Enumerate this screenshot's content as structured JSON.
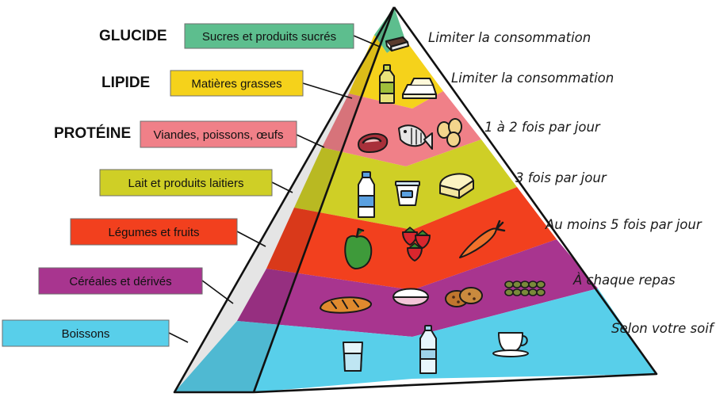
{
  "pyramid": {
    "levels": [
      {
        "category": "GLUCIDE",
        "label": "Sucres et produits sucrés",
        "frequency": "Limiter la consommation",
        "label_color": "#5DBE8E",
        "band_color": "#5DBE8E",
        "icons": [
          "chocolate-bar-icon"
        ]
      },
      {
        "category": "LIPIDE",
        "label": "Matières grasses",
        "frequency": "Limiter la consommation",
        "label_color": "#F5D21B",
        "band_color": "#F5D21B",
        "icons": [
          "oil-bottle-icon",
          "butter-icon"
        ]
      },
      {
        "category": "PROTÉINE",
        "label": "Viandes, poissons, œufs",
        "frequency": "1 à 2 fois par jour",
        "label_color": "#F08088",
        "band_color": "#F08088",
        "icons": [
          "steak-icon",
          "fish-icon",
          "eggs-icon"
        ]
      },
      {
        "category": "",
        "label": "Lait et produits laitiers",
        "frequency": "3 fois par jour",
        "label_color": "#CFCF26",
        "band_color": "#CFCF26",
        "icons": [
          "milk-bottle-icon",
          "yogurt-icon",
          "cheese-icon"
        ]
      },
      {
        "category": "",
        "label": "Légumes et fruits",
        "frequency": "Au moins 5 fois par jour",
        "label_color": "#F2401E",
        "band_color": "#F2401E",
        "icons": [
          "pepper-icon",
          "strawberry-icon",
          "carrot-icon"
        ]
      },
      {
        "category": "",
        "label": "Céréales et dérivés",
        "frequency": "À chaque repas",
        "label_color": "#A8358F",
        "band_color": "#A8358F",
        "icons": [
          "bread-icon",
          "rice-bowl-icon",
          "cookies-icon",
          "legumes-icon"
        ]
      },
      {
        "category": "",
        "label": "Boissons",
        "frequency": "Selon votre soif",
        "label_color": "#58CFEA",
        "band_color": "#58CFEA",
        "icons": [
          "water-glass-icon",
          "water-bottle-icon",
          "teacup-icon"
        ]
      }
    ]
  }
}
